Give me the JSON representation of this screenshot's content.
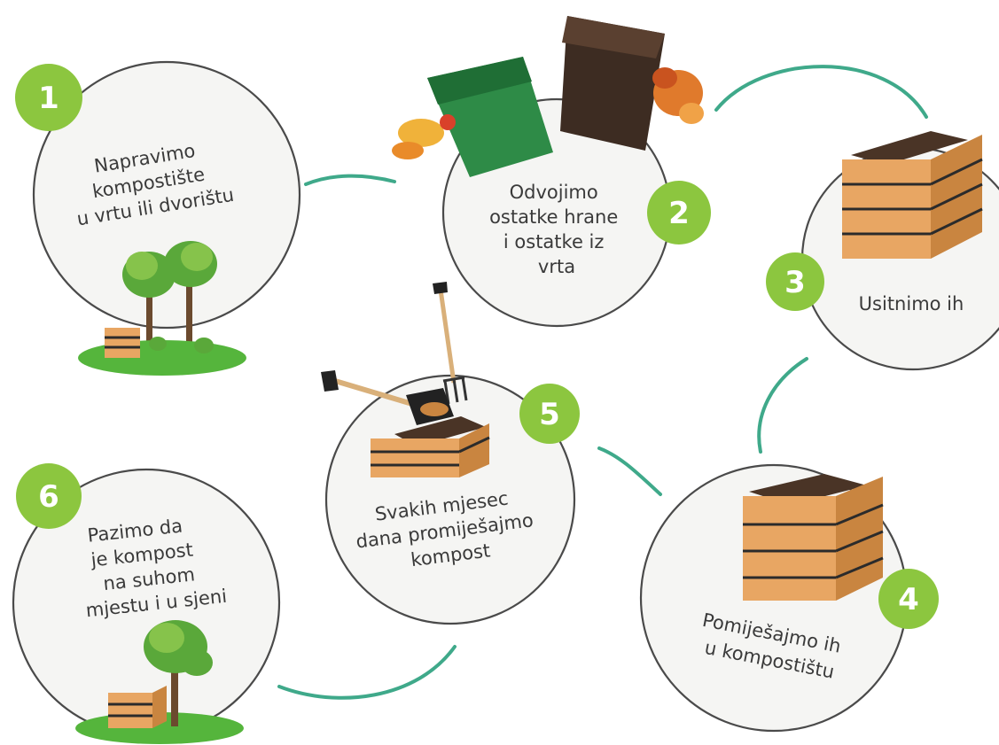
{
  "steps": [
    {
      "number": "1",
      "text_lines": [
        "Napravimo",
        "kompostište",
        "u vrtu ili dvorištu"
      ]
    },
    {
      "number": "2",
      "text_lines": [
        "Odvojimo",
        "ostatke hrane",
        "i ostatke iz",
        "vrta"
      ]
    },
    {
      "number": "3",
      "text_lines": [
        "Usitnimo ih"
      ]
    },
    {
      "number": "4",
      "text_lines": [
        "Pomiješajmo ih",
        "u kompostištu"
      ]
    },
    {
      "number": "5",
      "text_lines": [
        "Svakih mjesec",
        "dana promiješajmo",
        "kompost"
      ]
    },
    {
      "number": "6",
      "text_lines": [
        "Pazimo da",
        "je kompost",
        "na suhom",
        "mjestu i u sjeni"
      ]
    }
  ],
  "colors": {
    "badge": "#8cc63f",
    "arrow": "#3fa98a",
    "circle_fill": "#f5f5f3",
    "circle_stroke": "#4a4a4a"
  },
  "icons": [
    "tree-icon",
    "compost-bin-icon",
    "green-bin-icon",
    "brown-bin-icon",
    "shovel-icon",
    "pitchfork-icon"
  ]
}
